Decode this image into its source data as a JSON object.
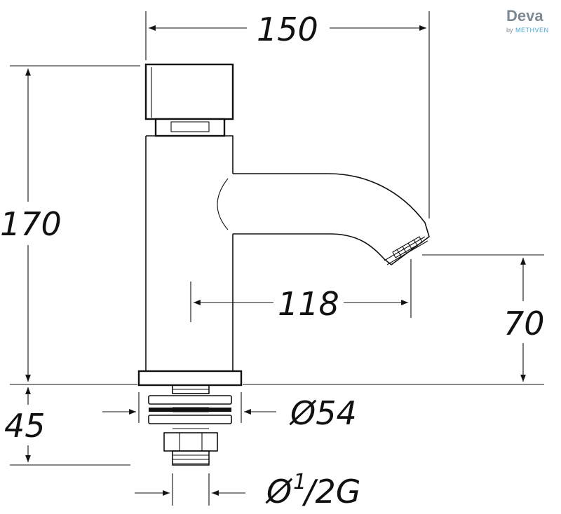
{
  "brand": {
    "name": "Deva",
    "by": "by",
    "maker": "METHVEN",
    "color": "#7d8a93",
    "accent": "#4aa8d8"
  },
  "dimensions": {
    "overall_width": "150",
    "overall_height": "170",
    "spout_reach": "118",
    "spout_height": "70",
    "tail_length": "45",
    "base_diameter": "Ø54",
    "connection_prefix": "Ø",
    "connection_num": "1",
    "connection_rest": "/2G"
  }
}
